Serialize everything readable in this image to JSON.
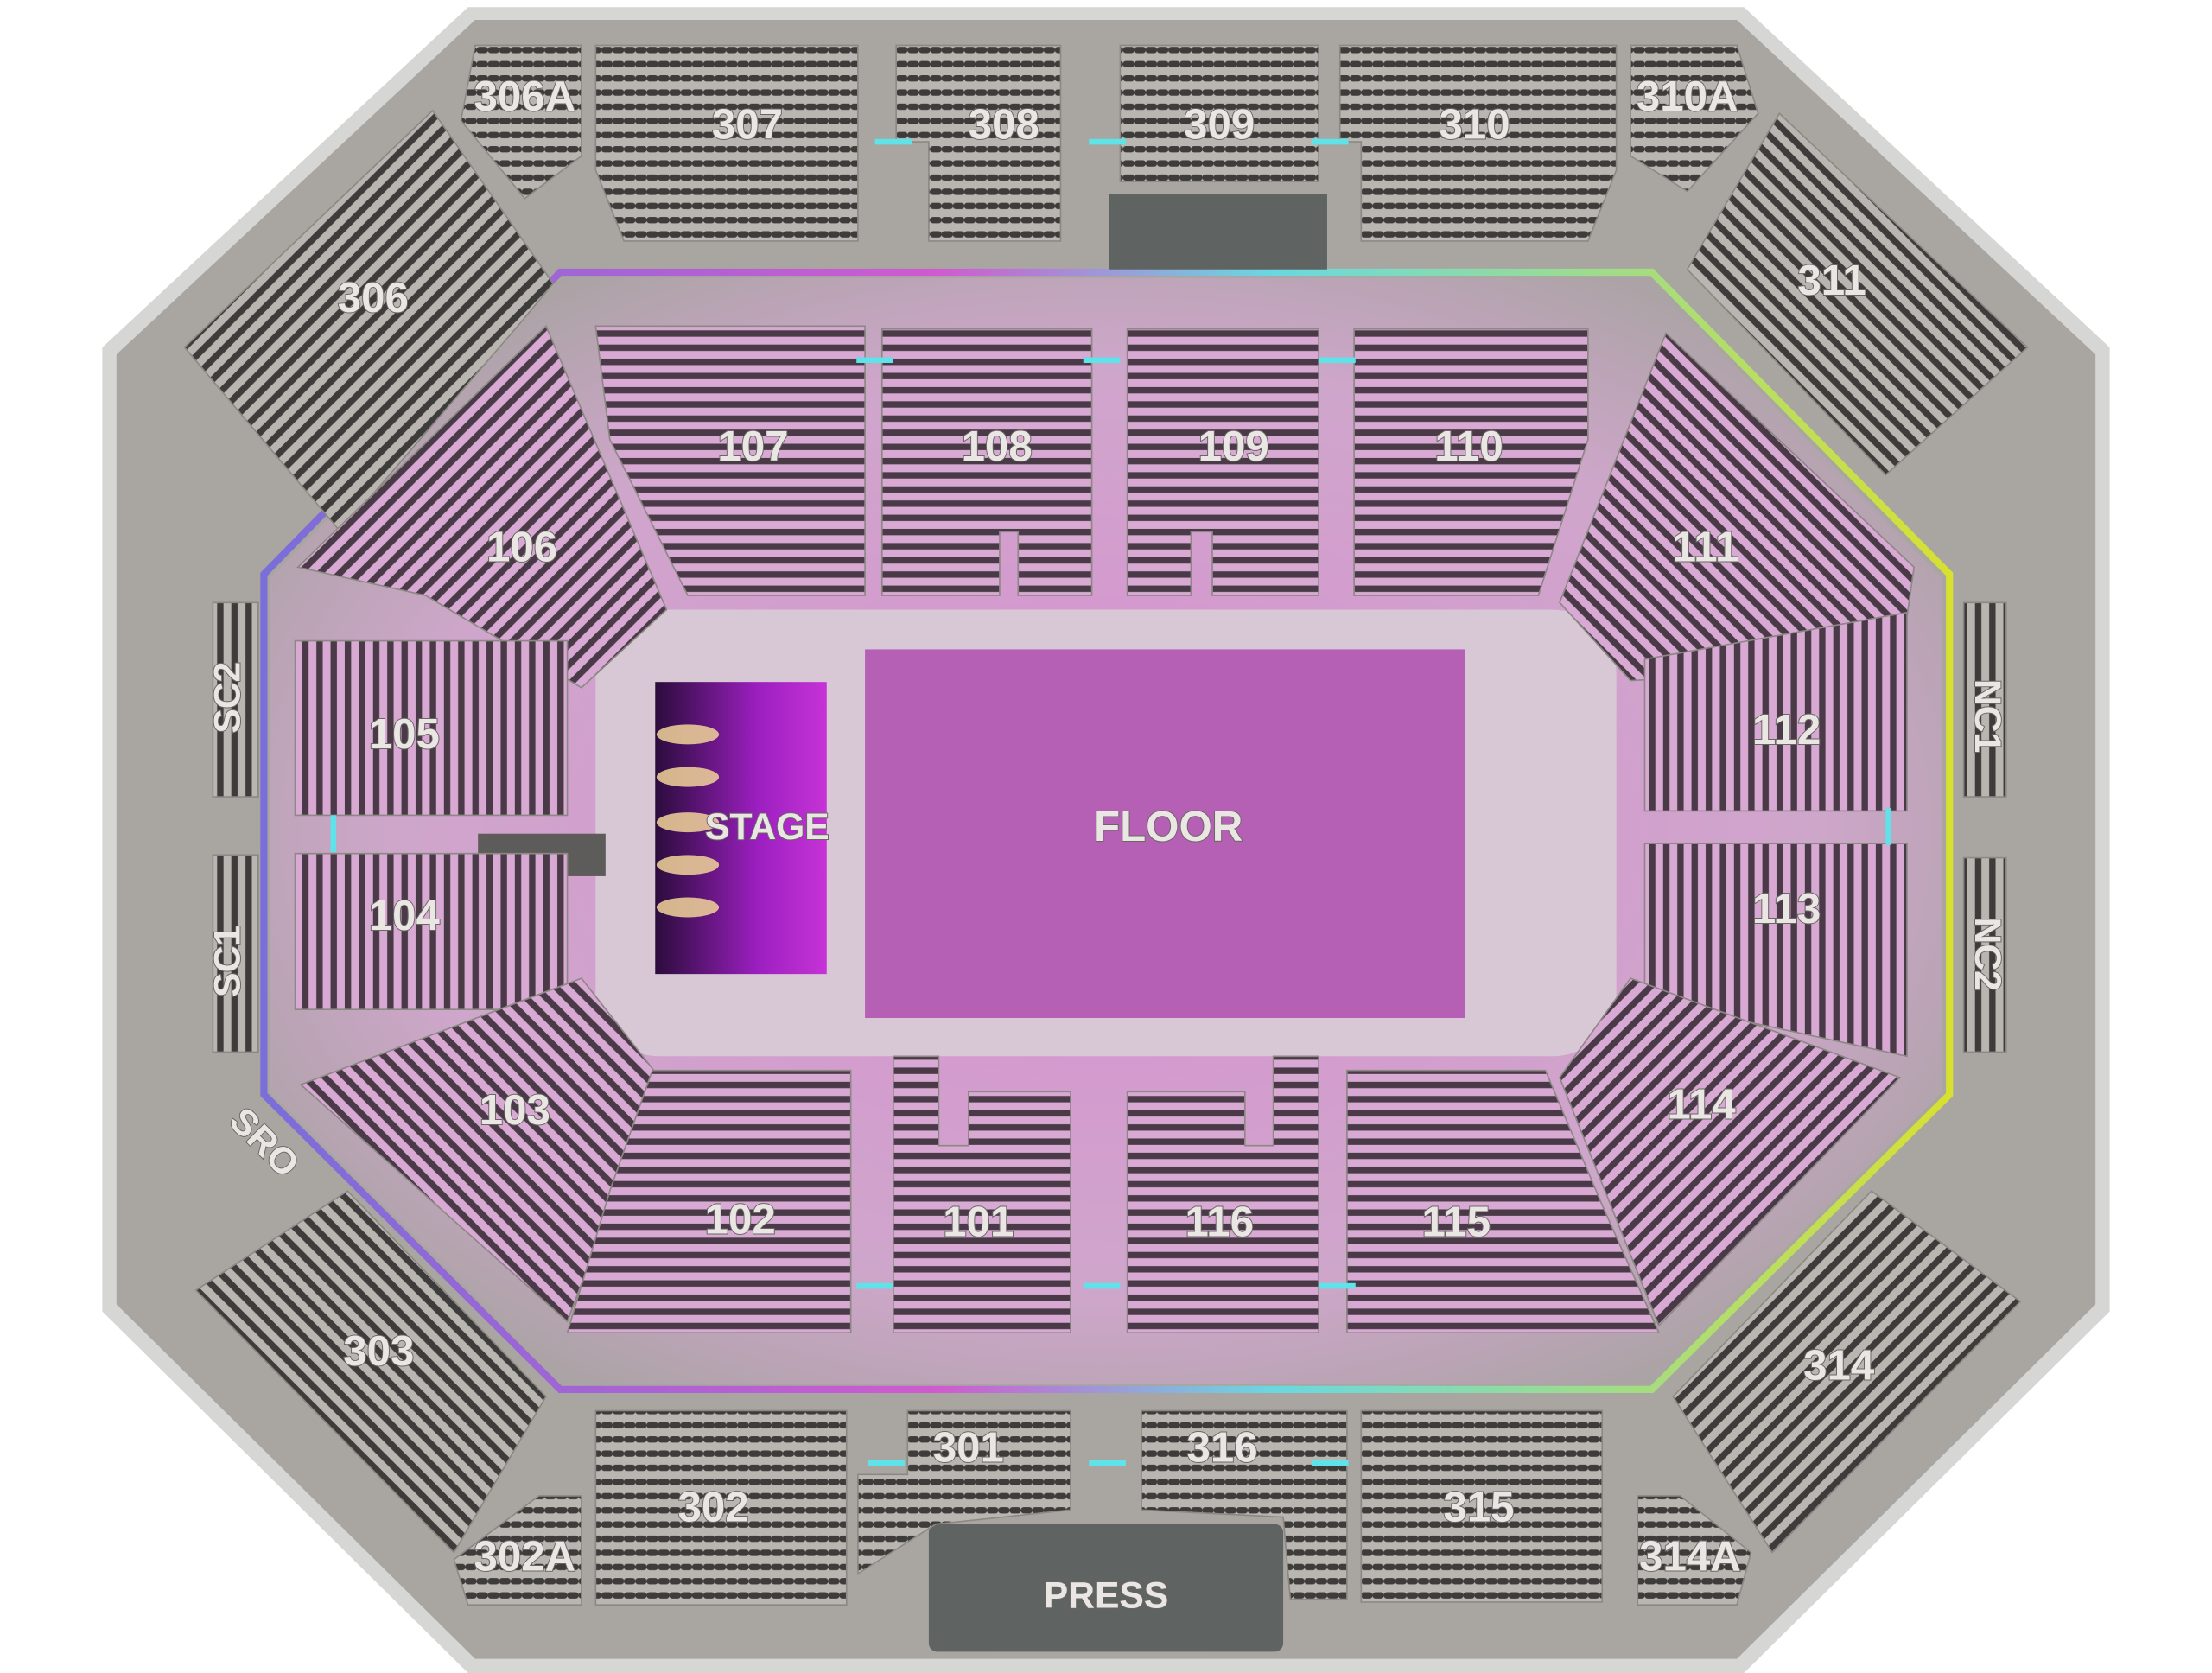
{
  "map": {
    "floor_label": "FLOOR",
    "stage_label": "STAGE",
    "press_label": "PRESS",
    "colors": {
      "outer": "#d3d3d1",
      "concourse": "#a9a6a1",
      "bowl_glow": "#c25ec2",
      "floor": "#b35db2",
      "stage": "#6a1a8c",
      "seat_row": "#3e3c3b",
      "accent_cyan": "#5fe2e8",
      "accent_yellow": "#d6e23a"
    },
    "upper_sections": [
      "306A",
      "307",
      "308",
      "309",
      "310",
      "310A",
      "306",
      "311",
      "303",
      "314",
      "302A",
      "302",
      "301",
      "316",
      "315",
      "314A"
    ],
    "lower_sections": [
      "107",
      "108",
      "109",
      "110",
      "106",
      "111",
      "105",
      "104",
      "112",
      "113",
      "103",
      "114",
      "102",
      "101",
      "116",
      "115"
    ],
    "side_sections": [
      "SC2",
      "SC1",
      "NC1",
      "NC2",
      "SRO"
    ]
  }
}
